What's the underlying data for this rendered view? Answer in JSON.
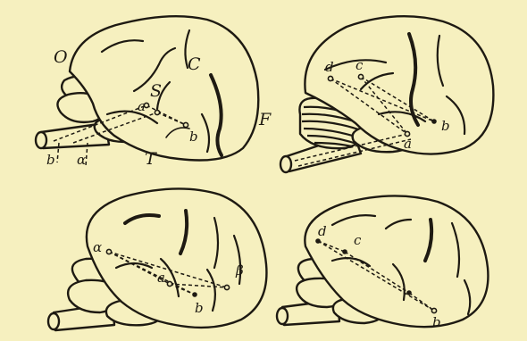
{
  "figures": {
    "top_left": {
      "labels": {
        "O": "O",
        "S": "S",
        "C": "C",
        "F": "F",
        "a_top": "a",
        "b": "b",
        "T": "T",
        "b_low": "b",
        "alpha": "α"
      }
    },
    "top_right": {
      "labels": {
        "d": "d",
        "c": "c",
        "b": "b",
        "a": "a"
      }
    },
    "bottom_left": {
      "labels": {
        "alpha": "α",
        "beta": "β",
        "a": "a",
        "b": "b"
      }
    },
    "bottom_right": {
      "labels": {
        "d": "d",
        "c": "c",
        "b": "b"
      }
    }
  },
  "colors": {
    "background": "#f6f0bf",
    "ink": "#1e1a12"
  }
}
